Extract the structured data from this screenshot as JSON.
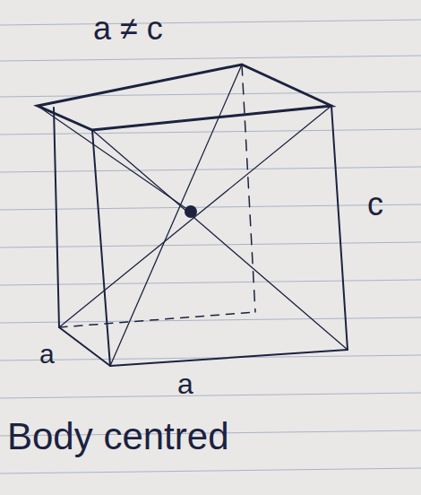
{
  "diagram": {
    "caption": "Body centred",
    "labels": [
      "a ≠ c",
      "c",
      "a",
      "a"
    ]
  }
}
